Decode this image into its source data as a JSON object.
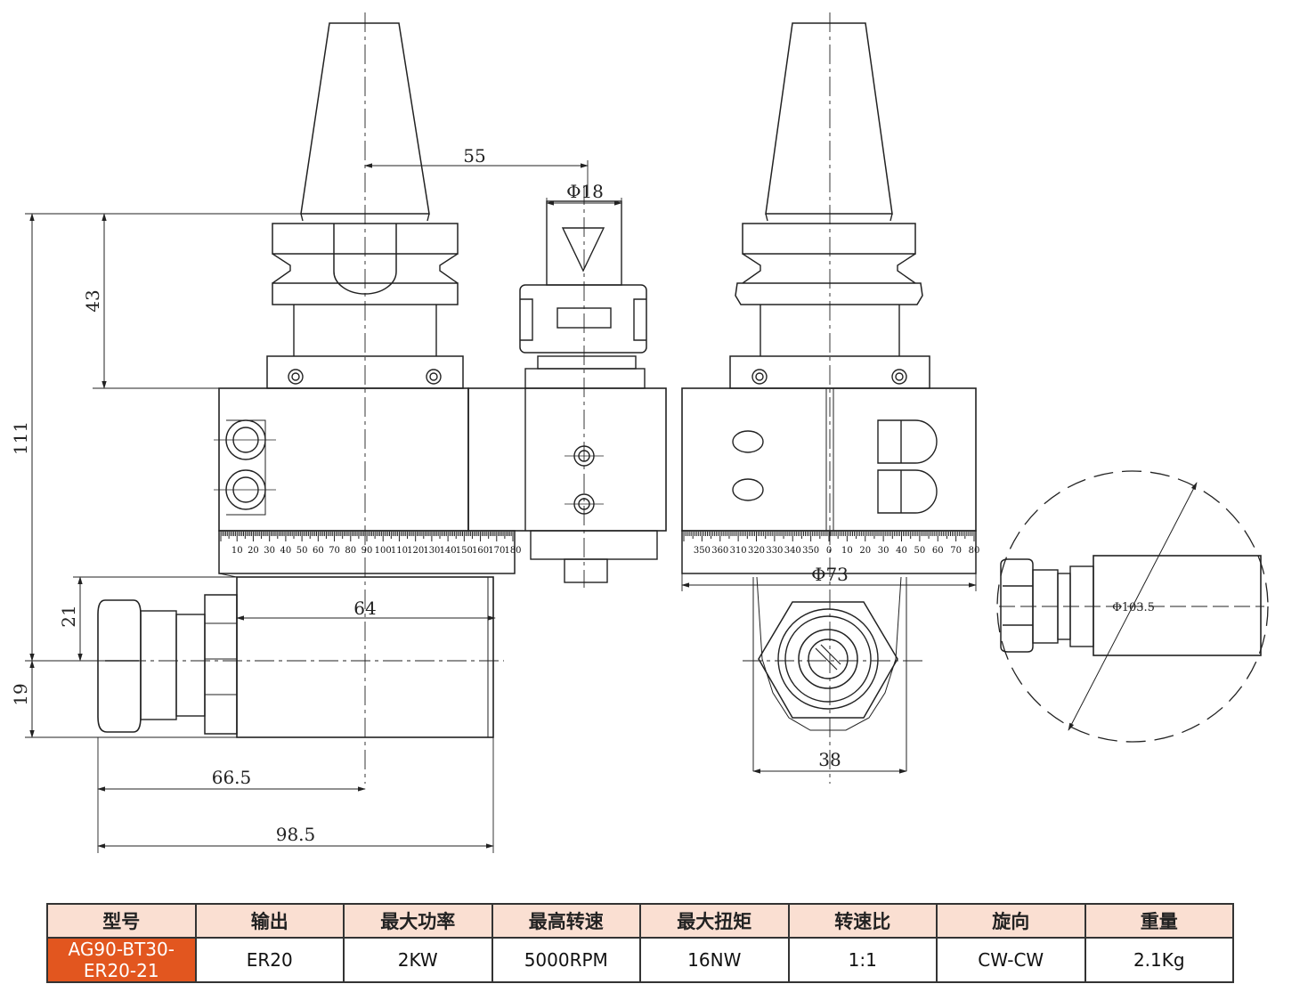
{
  "dimensions": {
    "d55": "55",
    "phi18": "Φ18",
    "d43": "43",
    "d111": "111",
    "d21": "21",
    "d19": "19",
    "d64": "64",
    "d66_5": "66.5",
    "d98_5": "98.5",
    "phi73": "Φ73",
    "d38": "38",
    "phi103_5": "Φ103.5"
  },
  "scale_left_labels": [
    "10",
    "20",
    "30",
    "40",
    "50",
    "60",
    "70",
    "80",
    "90",
    "100",
    "110",
    "120",
    "130",
    "140",
    "150",
    "160",
    "170",
    "180"
  ],
  "scale_right_labels": [
    "350",
    "360",
    "310",
    "320",
    "330",
    "340",
    "350",
    "0",
    "10",
    "20",
    "30",
    "40",
    "50",
    "60",
    "70",
    "80"
  ],
  "spec_table": {
    "headers": [
      "型号",
      "输出",
      "最大功率",
      "最高转速",
      "最大扭矩",
      "转速比",
      "旋向",
      "重量"
    ],
    "row": [
      "AG90-BT30-ER20-21",
      "ER20",
      "2KW",
      "5000RPM",
      "16NW",
      "1:1",
      "CW-CW",
      "2.1Kg"
    ]
  },
  "colors": {
    "header_bg": "#fadfd2",
    "model_bg": "#e2561f",
    "line": "#222222"
  }
}
